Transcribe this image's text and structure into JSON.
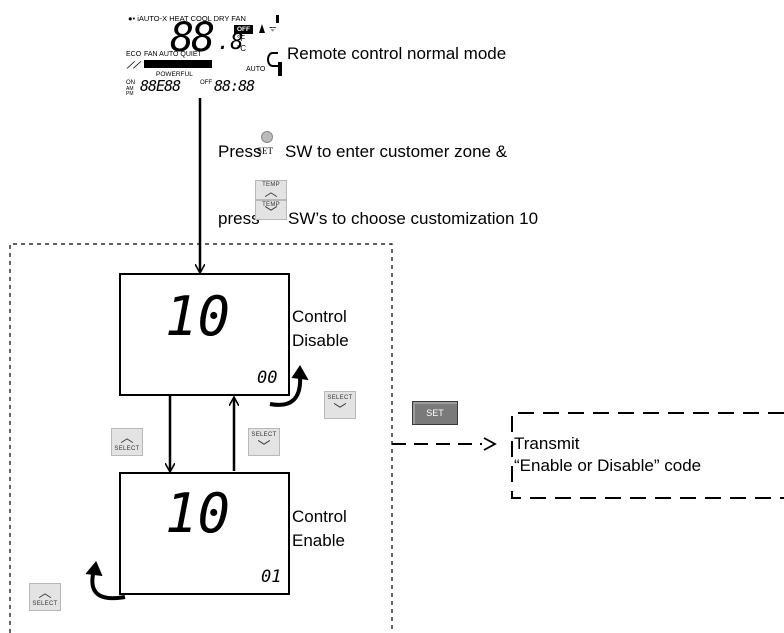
{
  "lcd": {
    "mode_row": "●• iAUTO-X HEAT COOL DRY FAN",
    "temp_big": "88",
    "temp_small": ".8",
    "unit_f": "°F",
    "unit_c": "°C",
    "off_badge": "OFF",
    "eco": "ECO",
    "fan_row": "FAN AUTO QUIET",
    "auto": "AUTO",
    "powerful": "POWERFUL",
    "on_label": "ON",
    "am_pm": "AM PM",
    "timer_left": "88E88",
    "off_label": "OFF",
    "timer_right": "88:88"
  },
  "labels": {
    "normal_mode": "Remote control normal mode",
    "press_prefix": "Press",
    "set_small": "SET",
    "press_suffix": "SW to enter customer zone &",
    "press2_prefix": "press",
    "press2_suffix": "SW’s to choose customization 10",
    "control_disable_1": "Control",
    "control_disable_2": "Disable",
    "control_enable_1": "Control",
    "control_enable_2": "Enable",
    "transmit_1": "Transmit",
    "transmit_2": "“Enable or Disable” code"
  },
  "screens": {
    "disable": {
      "code": "10",
      "value": "00"
    },
    "enable": {
      "code": "10",
      "value": "01"
    }
  },
  "buttons": {
    "temp_up": "TEMP",
    "temp_down": "TEMP",
    "select": "SELECT",
    "set": "SET"
  }
}
